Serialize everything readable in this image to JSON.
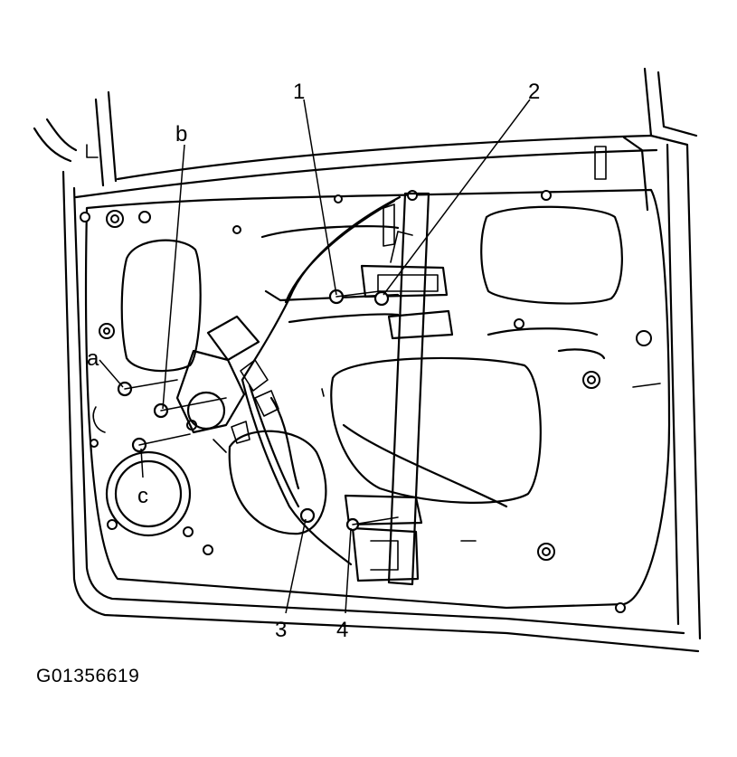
{
  "figure_code": "G01356619",
  "callouts": {
    "c1": "1",
    "c2": "2",
    "c3": "3",
    "c4": "4",
    "ca": "a",
    "cb": "b",
    "cc": "c"
  }
}
